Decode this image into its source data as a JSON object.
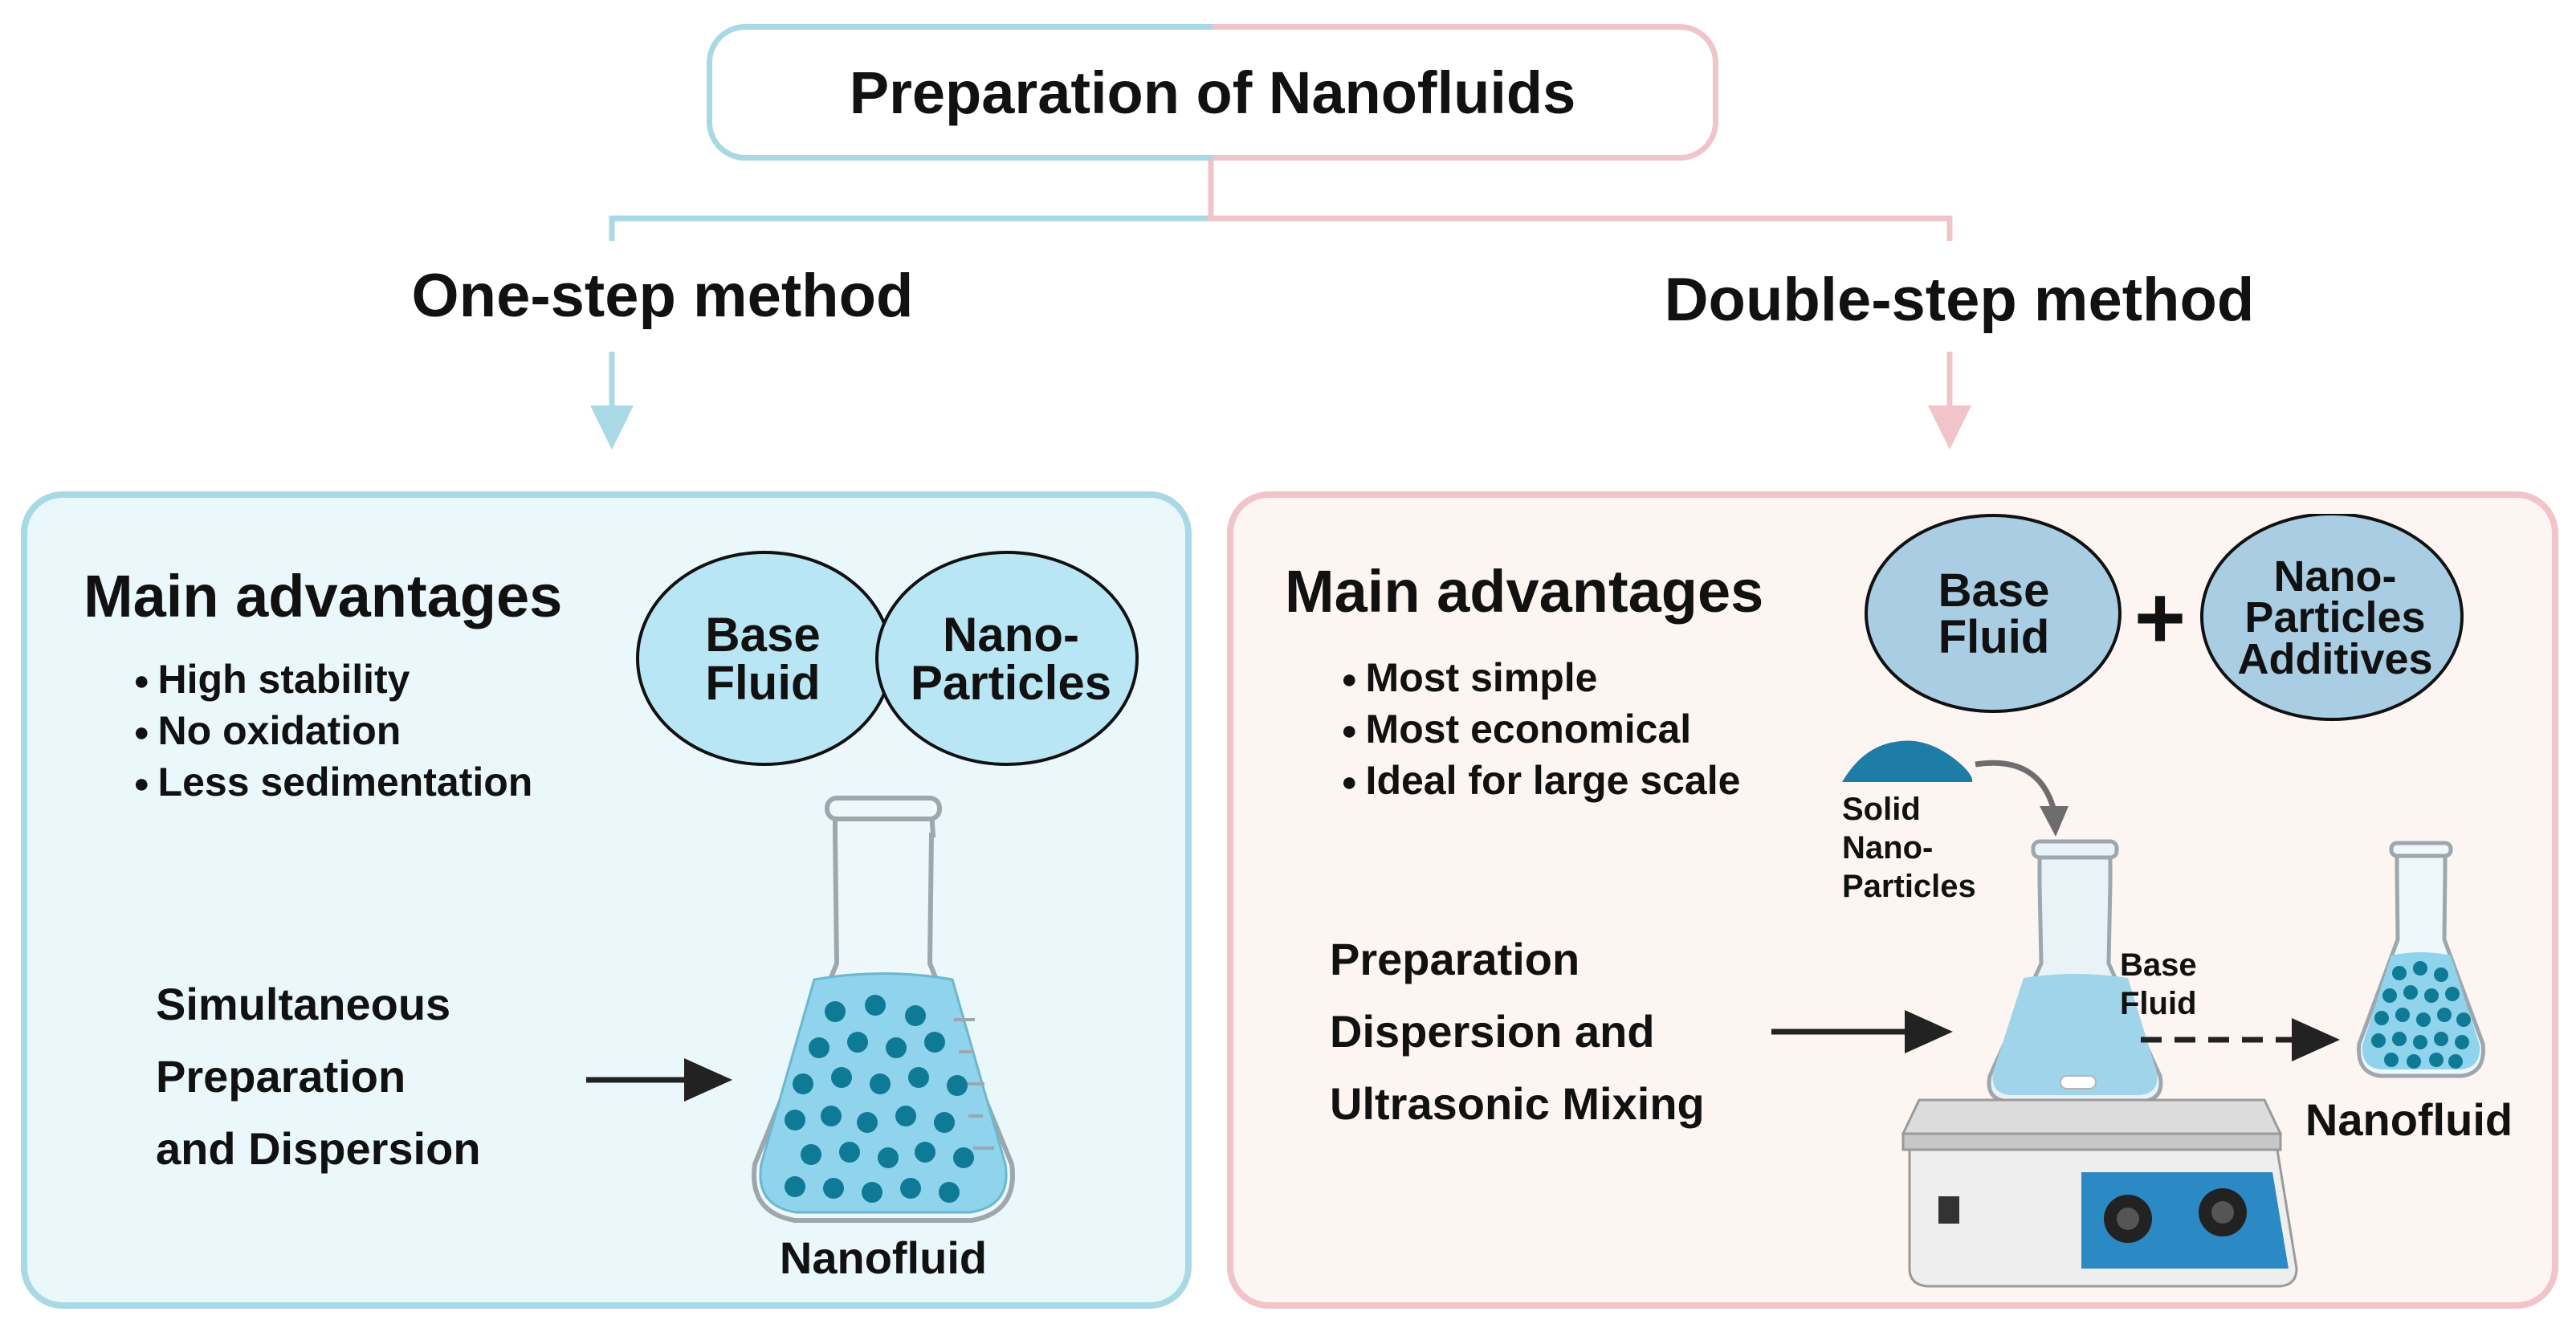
{
  "title": "Preparation of Nanofluids",
  "one_step": {
    "label": "One-step method",
    "heading": "Main advantages",
    "advantages": [
      "High stability",
      "No oxidation",
      "Less sedimentation"
    ],
    "bubble_left": [
      "Base",
      "Fluid"
    ],
    "bubble_right": [
      "Nano-",
      "Particles"
    ],
    "process_lines": [
      "Simultaneous",
      "Preparation",
      "and Dispersion"
    ],
    "result_label": "Nanofluid"
  },
  "double_step": {
    "label": "Double-step method",
    "heading": "Main advantages",
    "advantages": [
      "Most simple",
      "Most economical",
      "Ideal for large scale"
    ],
    "bubble_left": [
      "Base",
      "Fluid"
    ],
    "plus": "+",
    "bubble_right": [
      "Nano-",
      "Particles",
      "Additives"
    ],
    "solid_label": [
      "Solid",
      "Nano-",
      "Particles"
    ],
    "process_lines": [
      "Preparation",
      "Dispersion and",
      "Ultrasonic Mixing"
    ],
    "base_fluid_label": [
      "Base",
      "Fluid"
    ],
    "result_label": "Nanofluid"
  },
  "colors": {
    "left_accent": "#a8d9e4",
    "right_accent": "#f0c4c8",
    "left_panel_bg": "#eaf8fc",
    "right_panel_bg": "#fdf5f2",
    "left_bubble_fill": "#b9e6f4",
    "right_bubble_fill": "#a9cde3",
    "particle": "#0f7a95",
    "liquid": "#8fd3ec"
  }
}
